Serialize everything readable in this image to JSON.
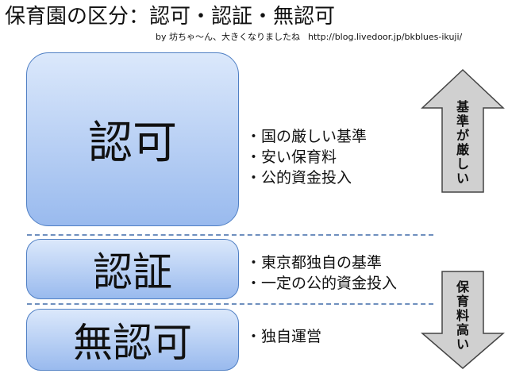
{
  "title": "保育園の区分：認可・認証・無認可",
  "credit": {
    "byline": "by 坊ちゃ～ん、大きくなりましたね",
    "url": "http://blog.livedoor.jp/bkblues-ikuji/"
  },
  "categories": [
    {
      "label": "認可",
      "bullets": [
        "・国の厳しい基準",
        "・安い保育料",
        "・公的資金投入"
      ]
    },
    {
      "label": "認証",
      "bullets": [
        "・東京都独自の基準",
        "・一定の公的資金投入"
      ]
    },
    {
      "label": "無認可",
      "bullets": [
        "・独自運営"
      ]
    }
  ],
  "arrows": {
    "up": {
      "chars": [
        "基",
        "準",
        "が",
        "厳",
        "し",
        "い"
      ]
    },
    "down": {
      "chars": [
        "保",
        "育",
        "料",
        "高",
        "い"
      ]
    }
  },
  "colors": {
    "box_fill_top": "#dbe8fb",
    "box_fill_bottom": "#99baee",
    "box_border": "#4f7fc4",
    "divider": "#6e8fbe",
    "arrow_fill": "#d0d0d0",
    "arrow_border": "#444444"
  }
}
